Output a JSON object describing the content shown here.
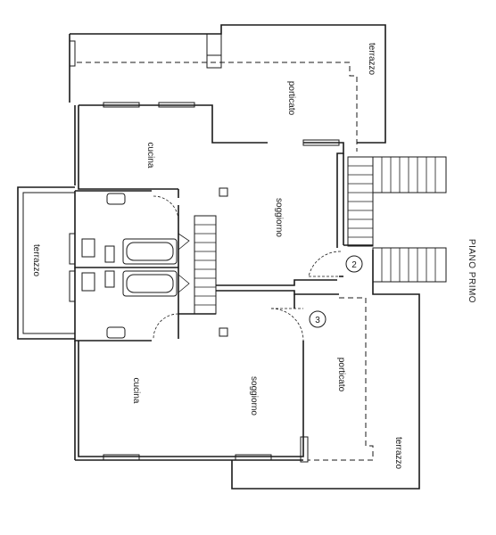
{
  "plan": {
    "title": "PIANO PRIMO",
    "rooms": {
      "porticato_top": "porticato",
      "terrazzo_top": "terrazzo",
      "cucina_upper": "cucina",
      "soggiorno_upper": "soggiorno",
      "terrazzo_left": "terrazzo",
      "cucina_lower": "cucina",
      "soggiorno_lower": "soggiorno",
      "porticato_lower": "porticato",
      "terrazzo_lower": "terrazzo"
    },
    "markers": {
      "entrance_2": "2",
      "entrance_3": "3"
    }
  }
}
